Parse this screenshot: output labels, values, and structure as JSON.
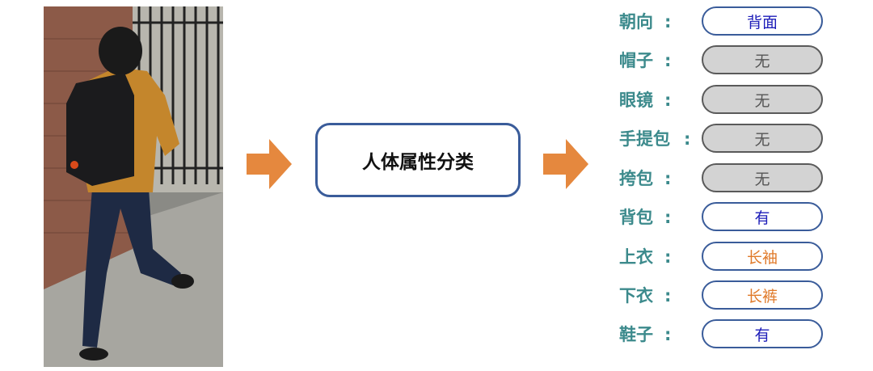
{
  "center_box": {
    "label": "人体属性分类"
  },
  "attributes": [
    {
      "label": "朝向",
      "colon": ":",
      "value": "背面",
      "state": "yes"
    },
    {
      "label": "帽子",
      "colon": ":",
      "value": "无",
      "state": "no"
    },
    {
      "label": "眼镜",
      "colon": ":",
      "value": "无",
      "state": "no"
    },
    {
      "label": "手提包",
      "colon": ":",
      "value": "无",
      "state": "no"
    },
    {
      "label": "挎包",
      "colon": ":",
      "value": "无",
      "state": "no"
    },
    {
      "label": "背包",
      "colon": ":",
      "value": "有",
      "state": "yes"
    },
    {
      "label": "上衣",
      "colon": ":",
      "value": "长袖",
      "state": "orange"
    },
    {
      "label": "下衣",
      "colon": ":",
      "value": "长裤",
      "state": "orange"
    },
    {
      "label": "鞋子",
      "colon": ":",
      "value": "有",
      "state": "yes"
    }
  ],
  "colors": {
    "label": "#3c8a8c",
    "box_border": "#3a5c9a",
    "arrow": "#e5883e",
    "value_blue": "#1c1cb8",
    "value_orange": "#e07a2a",
    "value_none_bg": "#d3d3d3"
  }
}
